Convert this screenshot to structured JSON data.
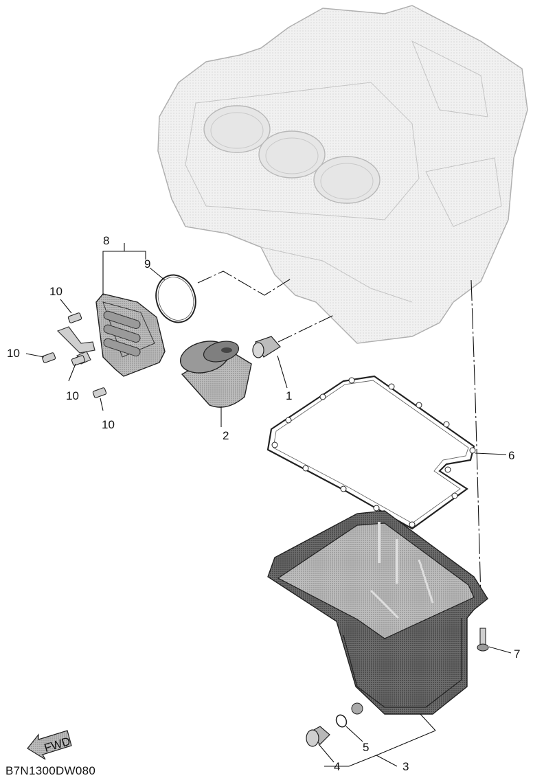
{
  "diagram": {
    "code": "B7N1300DW080",
    "fwd_label": "FWD",
    "callouts": [
      {
        "id": "c1",
        "label": "1"
      },
      {
        "id": "c2",
        "label": "2"
      },
      {
        "id": "c3",
        "label": "3"
      },
      {
        "id": "c4",
        "label": "4"
      },
      {
        "id": "c5",
        "label": "5"
      },
      {
        "id": "c6",
        "label": "6"
      },
      {
        "id": "c7",
        "label": "7"
      },
      {
        "id": "c8",
        "label": "8"
      },
      {
        "id": "c9",
        "label": "9"
      },
      {
        "id": "c10a",
        "label": "10"
      },
      {
        "id": "c10b",
        "label": "10"
      },
      {
        "id": "c10c",
        "label": "10"
      },
      {
        "id": "c10d",
        "label": "10"
      }
    ]
  }
}
